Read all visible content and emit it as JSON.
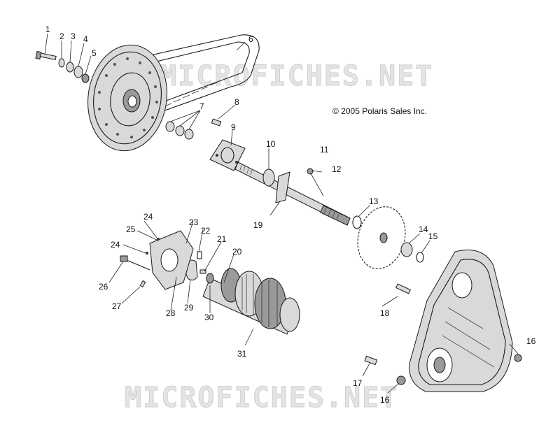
{
  "watermark": {
    "top_text": "MICROFICHES.NET",
    "bottom_text": "MICROFICHES.NET"
  },
  "copyright": "© 2005 Polaris Sales Inc.",
  "callouts": [
    {
      "id": "c1",
      "label": "1"
    },
    {
      "id": "c2",
      "label": "2"
    },
    {
      "id": "c3",
      "label": "3"
    },
    {
      "id": "c4",
      "label": "4"
    },
    {
      "id": "c5",
      "label": "5"
    },
    {
      "id": "c6",
      "label": "6"
    },
    {
      "id": "c7",
      "label": "7"
    },
    {
      "id": "c8",
      "label": "8"
    },
    {
      "id": "c9",
      "label": "9"
    },
    {
      "id": "c10",
      "label": "10"
    },
    {
      "id": "c11",
      "label": "11"
    },
    {
      "id": "c12",
      "label": "12"
    },
    {
      "id": "c13",
      "label": "13"
    },
    {
      "id": "c14",
      "label": "14"
    },
    {
      "id": "c15",
      "label": "15"
    },
    {
      "id": "c16a",
      "label": "16"
    },
    {
      "id": "c16b",
      "label": "16"
    },
    {
      "id": "c17",
      "label": "17"
    },
    {
      "id": "c18",
      "label": "18"
    },
    {
      "id": "c19",
      "label": "19"
    },
    {
      "id": "c20",
      "label": "20"
    },
    {
      "id": "c21",
      "label": "21"
    },
    {
      "id": "c22",
      "label": "22"
    },
    {
      "id": "c23",
      "label": "23"
    },
    {
      "id": "c24a",
      "label": "24"
    },
    {
      "id": "c24b",
      "label": "24"
    },
    {
      "id": "c25",
      "label": "25"
    },
    {
      "id": "c26",
      "label": "26"
    },
    {
      "id": "c27",
      "label": "27"
    },
    {
      "id": "c28",
      "label": "28"
    },
    {
      "id": "c29",
      "label": "29"
    },
    {
      "id": "c30",
      "label": "30"
    },
    {
      "id": "c31",
      "label": "31"
    }
  ]
}
